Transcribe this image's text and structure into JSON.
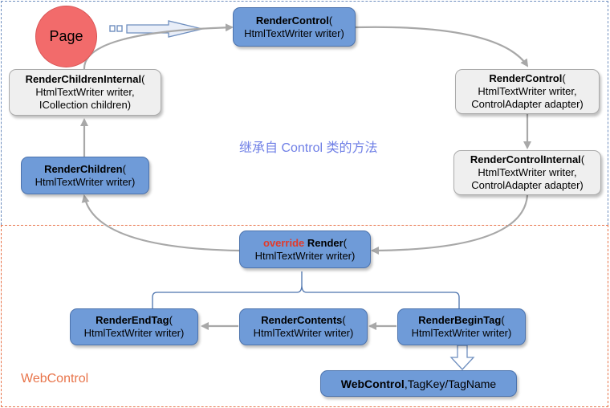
{
  "regions": {
    "control_label": "继承自 Control 类的方法",
    "webcontrol_label": "WebControl"
  },
  "page": {
    "label": "Page"
  },
  "nodes": {
    "render_control_top": {
      "name": "RenderControl",
      "open": "(",
      "args": [
        "HtmlTextWriter writer)"
      ]
    },
    "render_control_adapter": {
      "name": "RenderControl",
      "open": "(",
      "args": [
        "HtmlTextWriter writer,",
        "ControlAdapter adapter)"
      ]
    },
    "render_control_internal": {
      "name": "RenderControlInternal",
      "open": "(",
      "args": [
        "HtmlTextWriter writer,",
        "ControlAdapter adapter)"
      ]
    },
    "render_children_internal": {
      "name": "RenderChildrenInternal",
      "open": "(",
      "args": [
        "HtmlTextWriter writer,",
        "ICollection children)"
      ]
    },
    "render_children": {
      "name": "RenderChildren",
      "open": "(",
      "args": [
        "HtmlTextWriter writer)"
      ]
    },
    "override_render": {
      "keyword": "override",
      "name": "Render",
      "open": "(",
      "args": [
        "HtmlTextWriter writer)"
      ]
    },
    "render_end_tag": {
      "name": "RenderEndTag",
      "open": "(",
      "args": [
        "HtmlTextWriter writer)"
      ]
    },
    "render_contents": {
      "name": "RenderContents",
      "open": "(",
      "args": [
        "HtmlTextWriter writer)"
      ]
    },
    "render_begin_tag": {
      "name": "RenderBeginTag",
      "open": "(",
      "args": [
        "HtmlTextWriter writer)"
      ]
    },
    "webcontrol_tagkey": {
      "name": "WebControl",
      "rest": ",TagKey/TagName"
    }
  },
  "colors": {
    "blue_node": "#6f9bd8",
    "gray_node": "#efefef",
    "page_circle": "#f26b6b",
    "control_border": "#6f8fbf",
    "webcontrol_border": "#e8744a",
    "override_keyword": "#e23a2a",
    "arrow": "#a8a8a8"
  }
}
